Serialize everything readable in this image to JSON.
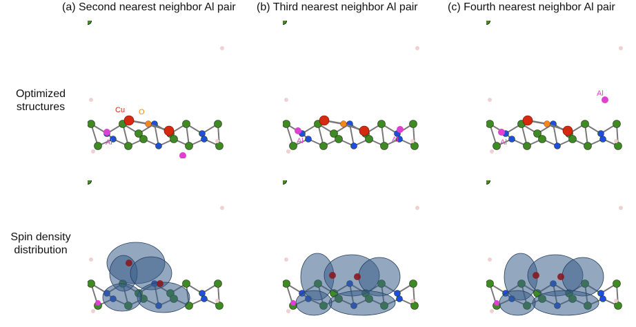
{
  "columns": [
    {
      "title": "(a) Second nearest neighbor Al pair"
    },
    {
      "title": "(b) Third nearest neighbor Al pair"
    },
    {
      "title": "(c) Fourth nearest neighbor Al pair"
    }
  ],
  "rows": [
    {
      "label_line1": "Optimized",
      "label_line2": "structures"
    },
    {
      "label_line1": "Spin density",
      "label_line2": "distribution"
    }
  ],
  "atom_labels": {
    "cu": "Cu",
    "o": "O",
    "al": "Al"
  },
  "colors": {
    "framework_o": "#3f8a24",
    "framework_si": "#1f4fd8",
    "copper": "#d42a10",
    "bridging_o": "#ef8a14",
    "aluminum": "#e040d0",
    "hydrogen": "#f0d0d0",
    "bond": "#777777",
    "spin_density": "#3a5f8a"
  }
}
